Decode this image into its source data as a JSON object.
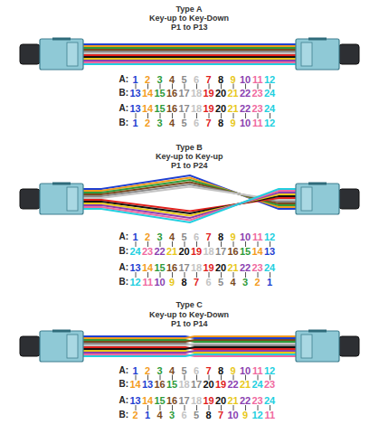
{
  "diagram": {
    "labels": [
      "Type A",
      "Key-up to Key-Down",
      "P1 to P13",
      "A:",
      "1",
      "2",
      "3",
      "4",
      "5",
      "6",
      "7",
      "8",
      "9",
      "10",
      "11",
      "12",
      "B:",
      "13",
      "14",
      "15",
      "16",
      "17",
      "18",
      "19",
      "20",
      "21",
      "22",
      "23",
      "24",
      "A:",
      "13",
      "14",
      "15",
      "16",
      "17",
      "18",
      "19",
      "20",
      "21",
      "22",
      "23",
      "24",
      "B:",
      "1",
      "2",
      "3",
      "4",
      "5",
      "6",
      "7",
      "8",
      "9",
      "10",
      "11",
      "12",
      "Type B",
      "Key-up to Key-up",
      "P1 to P24",
      "A:",
      "1",
      "2",
      "3",
      "4",
      "5",
      "6",
      "7",
      "8",
      "9",
      "10",
      "11",
      "12",
      "B:",
      "24",
      "23",
      "22",
      "21",
      "20",
      "19",
      "18",
      "17",
      "16",
      "15",
      "14",
      "13",
      "A:",
      "13",
      "14",
      "15",
      "16",
      "17",
      "18",
      "19",
      "20",
      "21",
      "22",
      "23",
      "24",
      "B:",
      "12",
      "11",
      "10",
      "9",
      "8",
      "7",
      "6",
      "5",
      "4",
      "3",
      "2",
      "1",
      "Type C",
      "Key-up to Key-Down",
      "P1 to P14",
      "A:",
      "1",
      "2",
      "3",
      "4",
      "5",
      "6",
      "7",
      "8",
      "9",
      "10",
      "11",
      "12",
      "B:",
      "14",
      "13",
      "16",
      "15",
      "18",
      "17",
      "20",
      "19",
      "22",
      "21",
      "24",
      "23",
      "A:",
      "13",
      "14",
      "15",
      "16",
      "17",
      "18",
      "19",
      "20",
      "21",
      "22",
      "23",
      "24",
      "B:",
      "2",
      "1",
      "4",
      "3",
      "6",
      "5",
      "8",
      "7",
      "10",
      "9",
      "12",
      "11"
    ]
  }
}
